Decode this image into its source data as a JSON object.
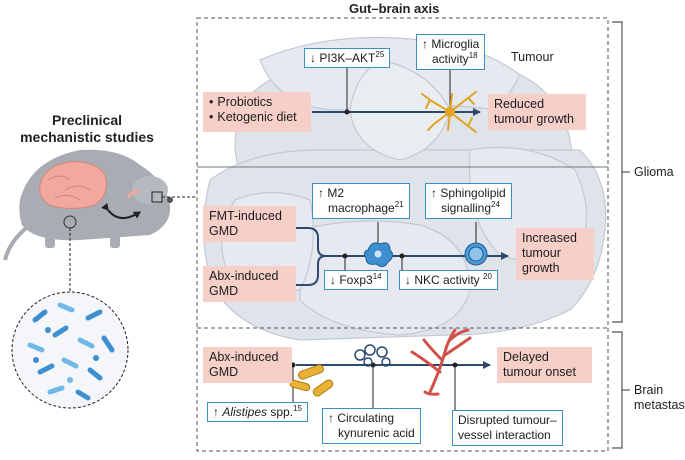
{
  "header": {
    "title": "Gut–brain axis"
  },
  "left": {
    "title_line1": "Preclinical",
    "title_line2": "mechanistic studies"
  },
  "labels": {
    "tumour": "Tumour",
    "glioma": "Glioma",
    "brain_metastasis_line1": "Brain",
    "brain_metastasis_line2": "metastasis"
  },
  "top": {
    "inputs": [
      "Probiotics",
      "Ketogenic diet"
    ],
    "pi3k": {
      "text": "↓ PI3K–AKT",
      "ref": "25"
    },
    "microglia": {
      "line1": "↑ Microglia",
      "line2": "activity",
      "ref": "18"
    },
    "outcome": {
      "line1": "Reduced",
      "line2": "tumour growth"
    }
  },
  "middle": {
    "input1": {
      "line1": "FMT-induced",
      "line2": "GMD"
    },
    "input2": {
      "line1": "Abx-induced",
      "line2": "GMD"
    },
    "m2": {
      "line1": "↑ M2",
      "line2": "macrophage",
      "ref": "21"
    },
    "sphingo": {
      "line1": "↑ Sphingolipid",
      "line2": "signalling",
      "ref": "24"
    },
    "foxp3": {
      "text": "↓ Foxp3",
      "ref": "14"
    },
    "nkc": {
      "text": "↓ NKC activity ",
      "ref": "20"
    },
    "outcome": {
      "line1": "Increased",
      "line2": "tumour",
      "line3": "growth"
    }
  },
  "bottom": {
    "input": {
      "line1": "Abx-induced",
      "line2": "GMD"
    },
    "alistipes": {
      "prefix": "↑ ",
      "italic": "Alistipes",
      "suffix": " spp.",
      "ref": "15"
    },
    "kynurenic": {
      "line1": "↑ Circulating",
      "line2": "kynurenic acid"
    },
    "vessel": {
      "line1": "Disrupted tumour–",
      "line2": "vessel interaction"
    },
    "outcome": {
      "line1": "Delayed",
      "line2": "tumour onset"
    }
  },
  "colors": {
    "arrow": "#2d4a6e",
    "box_border": "#3a8fc9",
    "pink_box": "#f6cfc9",
    "cell_fill": "#dfe3ea",
    "mouse": "#a9acb3"
  }
}
